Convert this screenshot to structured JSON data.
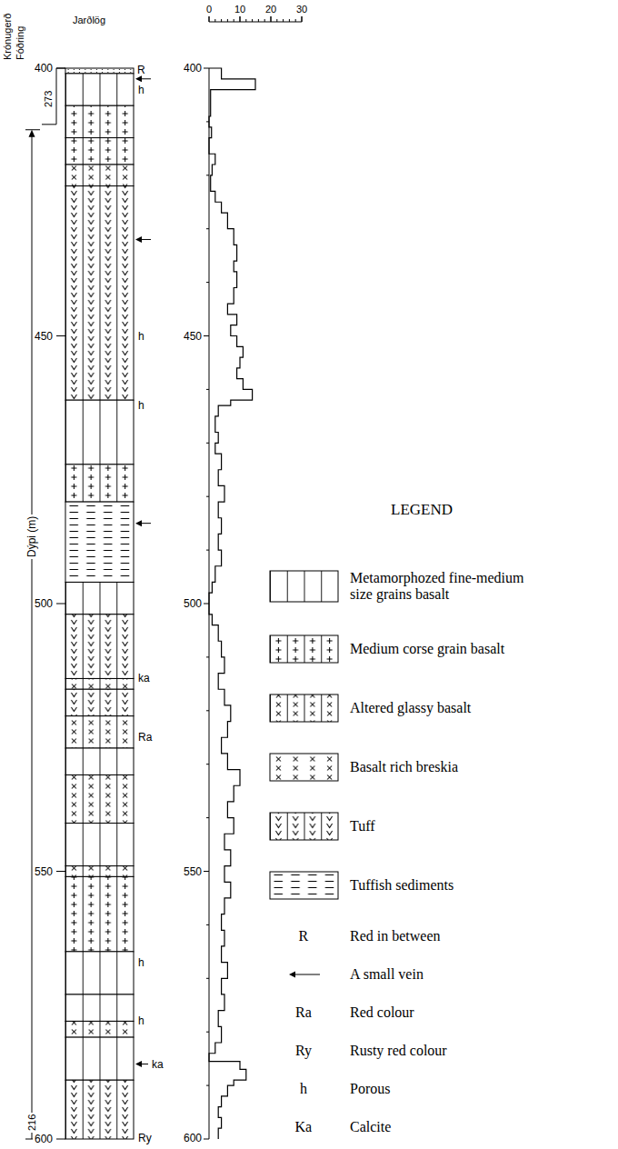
{
  "diagram": {
    "labels": [
      "Krónugerð",
      "Fóðring",
      "Jarðlög",
      "400",
      "450",
      "500",
      "550",
      "600",
      "273",
      "Dýpi (m)",
      "216",
      "0",
      "10",
      "20",
      "30",
      "400",
      "450",
      "500",
      "550",
      "600",
      "R",
      "h",
      "h",
      "h",
      "ka",
      "Ra",
      "h",
      "h",
      "ka",
      "Ry",
      "LEGEND",
      "R",
      "Ra",
      "Ry",
      "h",
      "Ka"
    ],
    "legend": [
      {
        "text": "Metamorphozed fine-medium size grains basalt"
      },
      {
        "text": "Medium corse grain basalt"
      },
      {
        "text": "Altered glassy basalt"
      },
      {
        "text": "Basalt rich breskia"
      },
      {
        "text": "Tuff"
      },
      {
        "text": "Tuffish sediments"
      },
      {
        "text": "Red in between"
      },
      {
        "text": "A small vein"
      },
      {
        "text": "Red colour"
      },
      {
        "text": "Rusty red colour"
      },
      {
        "text": "Porous"
      },
      {
        "text": "Calcite"
      }
    ]
  }
}
